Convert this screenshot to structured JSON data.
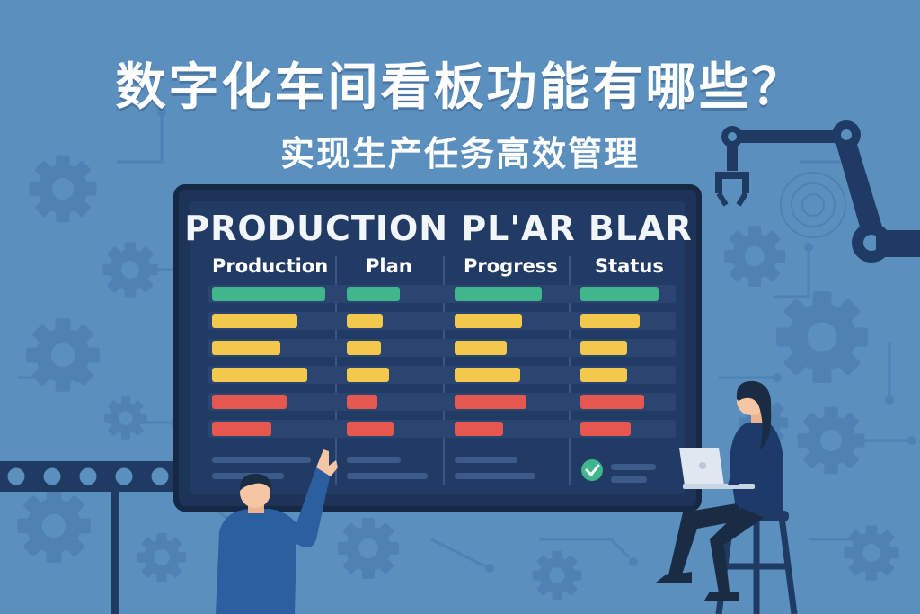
{
  "header": {
    "title": "数字化车间看板功能有哪些？",
    "subtitle": "实现生产任务高效管理"
  },
  "board": {
    "title": "PRODUCTION  PL'AR BLAR",
    "columns": [
      "Production",
      "Plan",
      "Progress",
      "Status"
    ],
    "rows": [
      {
        "color": "#3fb68b",
        "lengths": [
          1.0,
          0.77,
          0.97,
          0.93
        ]
      },
      {
        "color": "#f2c94c",
        "lengths": [
          0.75,
          0.53,
          0.75,
          0.7
        ]
      },
      {
        "color": "#f2c94c",
        "lengths": [
          0.6,
          0.5,
          0.58,
          0.55
        ]
      },
      {
        "color": "#f2c94c",
        "lengths": [
          0.84,
          0.62,
          0.73,
          0.55
        ]
      },
      {
        "color": "#e5574f",
        "lengths": [
          0.66,
          0.45,
          0.8,
          0.75
        ]
      },
      {
        "color": "#e5574f",
        "lengths": [
          0.52,
          0.68,
          0.54,
          0.6
        ]
      }
    ],
    "status_check_icon": "check-circle-icon"
  },
  "colors": {
    "background": "#5b8fbe",
    "board": "#1d3358",
    "green": "#3fb68b",
    "yellow": "#f2c94c",
    "red": "#e5574f"
  }
}
